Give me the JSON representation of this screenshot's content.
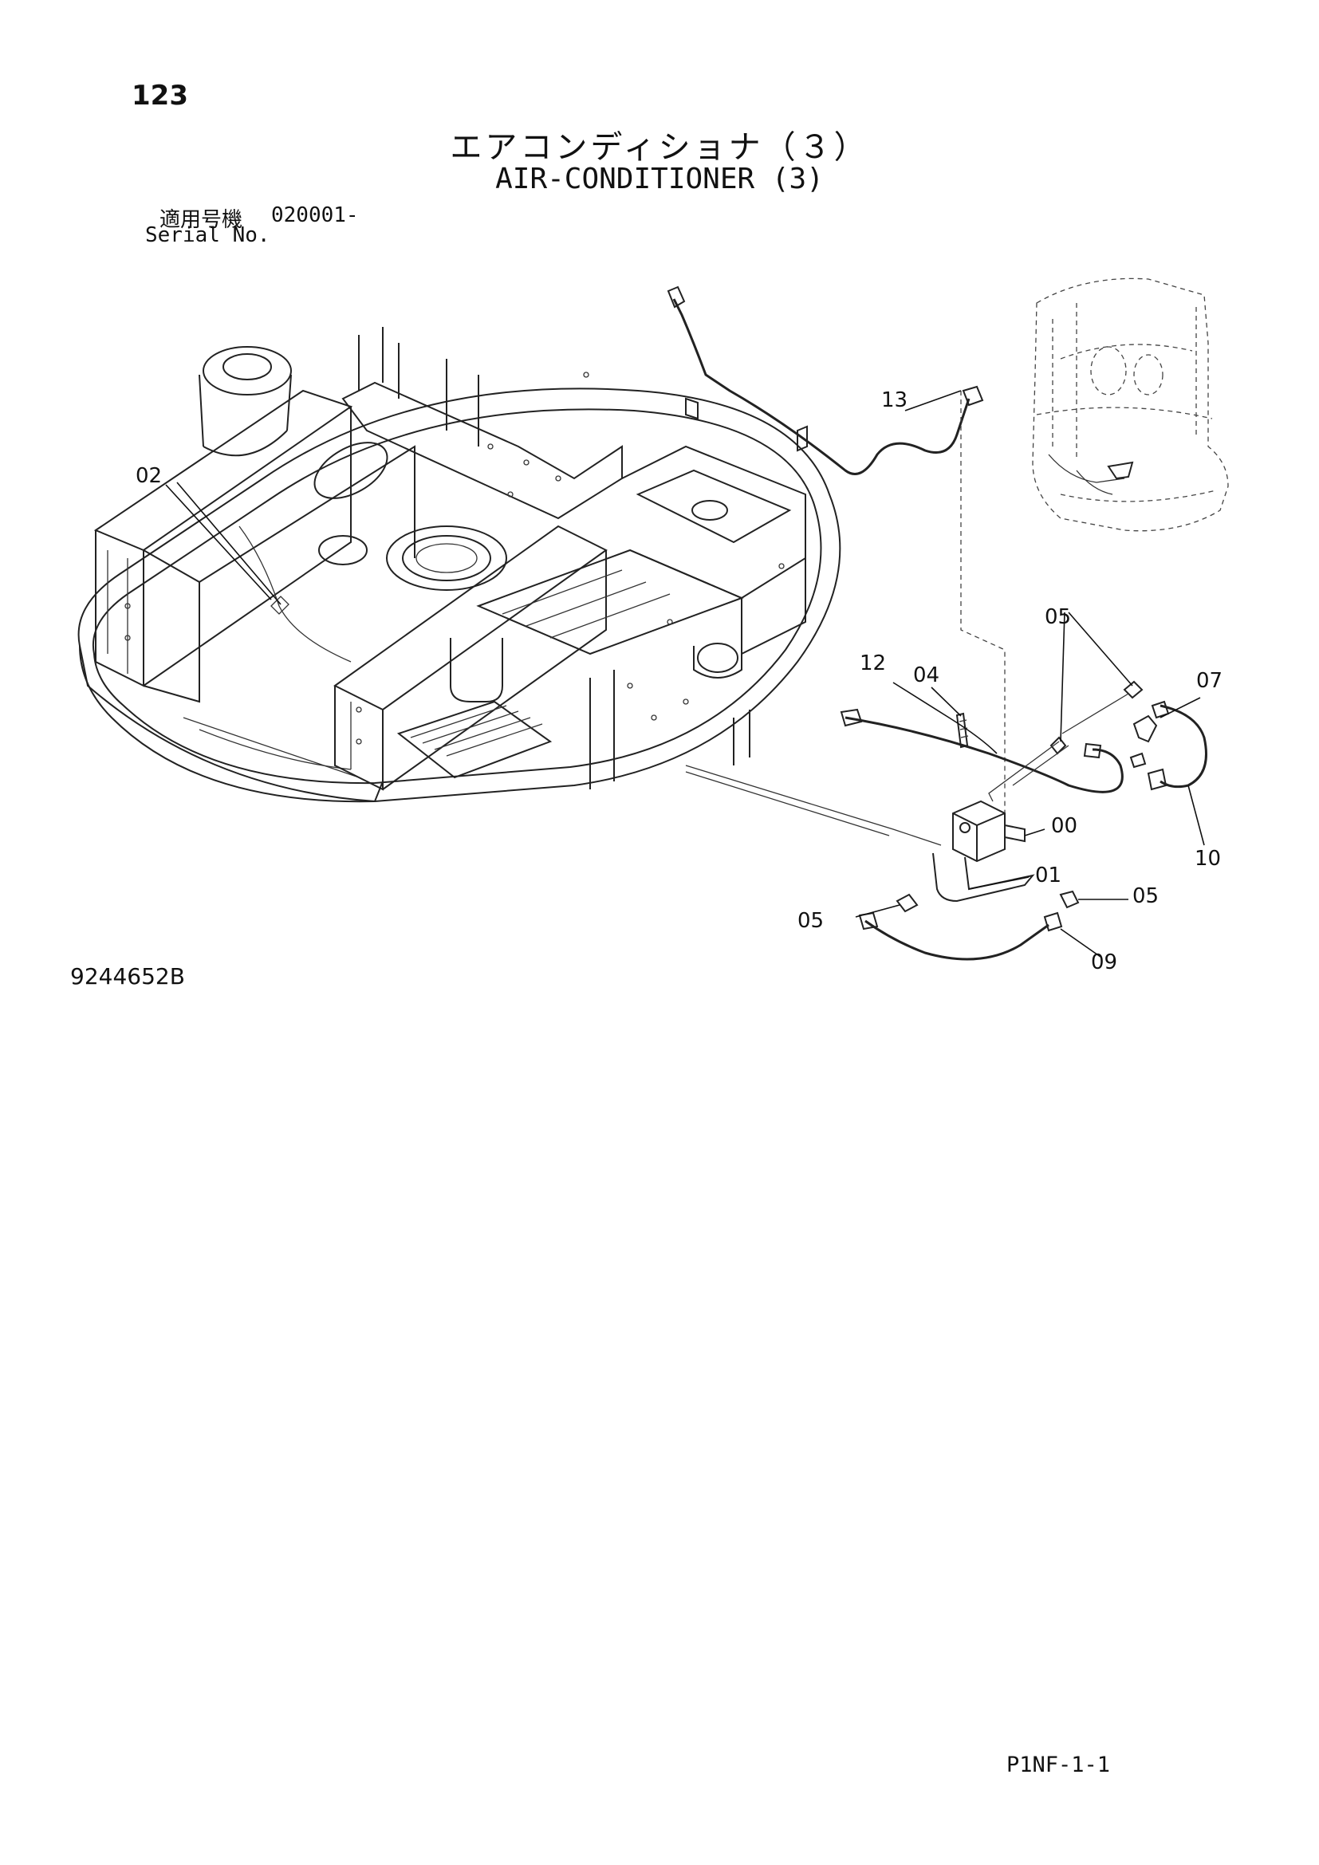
{
  "page_number": "123",
  "title_ja": "エアコンディショナ（３）",
  "title_en": "AIR-CONDITIONER (3)",
  "serial_label_ja": "適用号機",
  "serial_range": "020001-",
  "serial_label_en": "Serial No.",
  "drawing_number": "9244652B",
  "page_code": "P1NF-1-1",
  "callouts": {
    "c02": "02",
    "c13": "13",
    "c05a": "05",
    "c07": "07",
    "c12": "12",
    "c04": "04",
    "c00": "00",
    "c10": "10",
    "c01": "01",
    "c05b": "05",
    "c05c": "05",
    "c09": "09"
  }
}
